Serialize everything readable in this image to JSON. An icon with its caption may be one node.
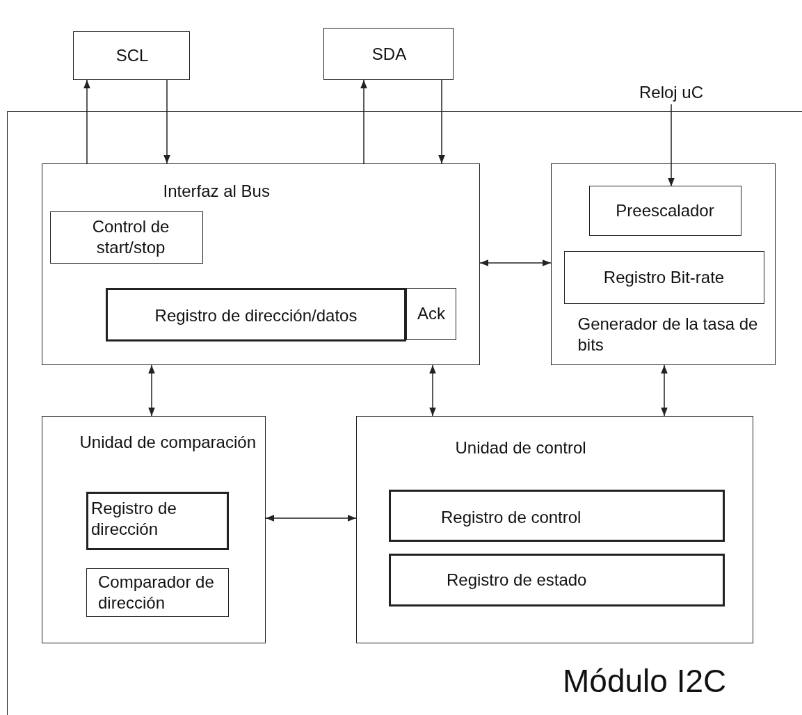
{
  "diagram": {
    "nodes": [
      {
        "text": [
          "SCL"
        ]
      },
      {
        "text": [
          "SDA"
        ]
      },
      {
        "text": [
          "Reloj uC"
        ]
      },
      {
        "text": [
          "Módulo I2C"
        ]
      },
      {
        "text": [
          "Interfaz al Bus"
        ],
        "in": 3
      },
      {
        "text": [
          "Control de start/stop"
        ],
        "in": 4
      },
      {
        "text": [
          "Registro de dirección/datos"
        ],
        "in": 4
      },
      {
        "text": [
          "Ack"
        ],
        "in": 4
      },
      {
        "text": [
          "Generador de la tasa de bits"
        ],
        "in": 3
      },
      {
        "text": [
          "Preescalador"
        ],
        "in": 8
      },
      {
        "text": [
          "Registro Bit-rate"
        ],
        "in": 8
      },
      {
        "text": [
          "Unidad de comparación"
        ],
        "in": 3
      },
      {
        "text": [
          "Registro de dirección"
        ],
        "in": 11
      },
      {
        "text": [
          "Comparador de dirección"
        ],
        "in": 11
      },
      {
        "text": [
          "Unidad de control"
        ],
        "in": 3
      },
      {
        "text": [
          "Registro de control"
        ],
        "in": 14
      },
      {
        "text": [
          "Registro de estado"
        ],
        "in": 14
      }
    ],
    "edges": [
      {
        "from": 4,
        "to": 0,
        "arrow": "to"
      },
      {
        "from": 0,
        "to": 4,
        "arrow": "to"
      },
      {
        "from": 4,
        "to": 1,
        "arrow": "to"
      },
      {
        "from": 1,
        "to": 4,
        "arrow": "to"
      },
      {
        "from": 2,
        "to": 9,
        "arrow": "to"
      },
      {
        "from": 4,
        "to": 8,
        "arrow": "both"
      },
      {
        "from": 4,
        "to": 11,
        "arrow": "both"
      },
      {
        "from": 4,
        "to": 14,
        "arrow": "both"
      },
      {
        "from": 8,
        "to": 14,
        "arrow": "both"
      },
      {
        "from": 11,
        "to": 14,
        "arrow": "both"
      }
    ]
  }
}
